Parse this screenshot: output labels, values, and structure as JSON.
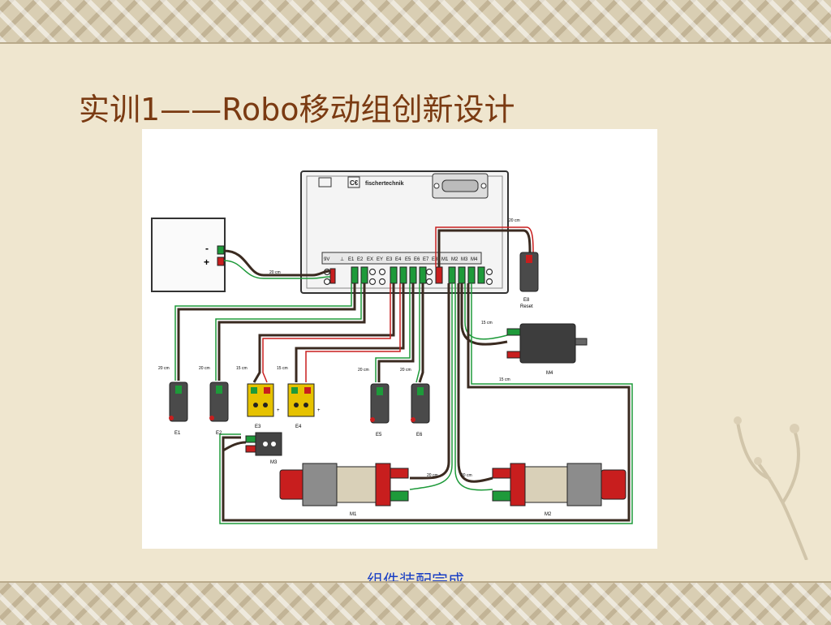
{
  "slide": {
    "title": "实训1——Robo移动组创新设计",
    "caption": "组件装配完成"
  },
  "diagram": {
    "controller_brand": "fischertechnik",
    "plus_sign": "+",
    "minus_sign": "-",
    "terminal_labels": [
      "9V",
      "⊥",
      "E1",
      "E2",
      "EX",
      "EY",
      "E3",
      "E4",
      "E5",
      "E6",
      "E7",
      "E8",
      "M1",
      "M2",
      "M3",
      "M4"
    ],
    "components": {
      "e1": "E1",
      "e2": "E2",
      "e3": "E3",
      "e4": "E4",
      "e5": "E5",
      "e6": "E6",
      "e8": "E8",
      "reset": "Reset",
      "m1": "M1",
      "m2": "M2",
      "m3": "M3",
      "m4": "M4"
    },
    "cable_labels": {
      "battery": "20 cm",
      "e8": "20 cm",
      "m4": "15 cm",
      "m2_long": "15 cm",
      "e1": "20 cm",
      "e2": "20 cm",
      "e3": "15 cm",
      "e4": "15 cm",
      "e5": "20 cm",
      "e6": "20 cm",
      "m1": "20 cm",
      "m2": "20 cm"
    },
    "colors": {
      "cable_dark": "#3a2a20",
      "cable_red": "#c81e1e",
      "cable_green": "#1e9a3a",
      "connector_yellow": "#e6c200",
      "motor_body": "#d9d0b8",
      "motor_cap": "#8c8c8c"
    }
  }
}
